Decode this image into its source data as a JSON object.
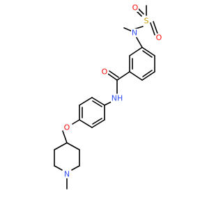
{
  "molecule": {
    "bond_color": "#000000",
    "atoms": {
      "N_sulfonamide": {
        "label": "N",
        "color": "#3050f8"
      },
      "S": {
        "label": "S",
        "color": "#c8a000"
      },
      "O_s1": {
        "label": "O",
        "color": "#ff0d0d"
      },
      "O_s2": {
        "label": "O",
        "color": "#ff0d0d"
      },
      "O_carbonyl": {
        "label": "O",
        "color": "#ff0d0d"
      },
      "N_amide": {
        "label": "NH",
        "color": "#3050f8"
      },
      "O_ether": {
        "label": "O",
        "color": "#ff0d0d"
      },
      "N_piperidine": {
        "label": "N",
        "color": "#3050f8"
      }
    }
  }
}
